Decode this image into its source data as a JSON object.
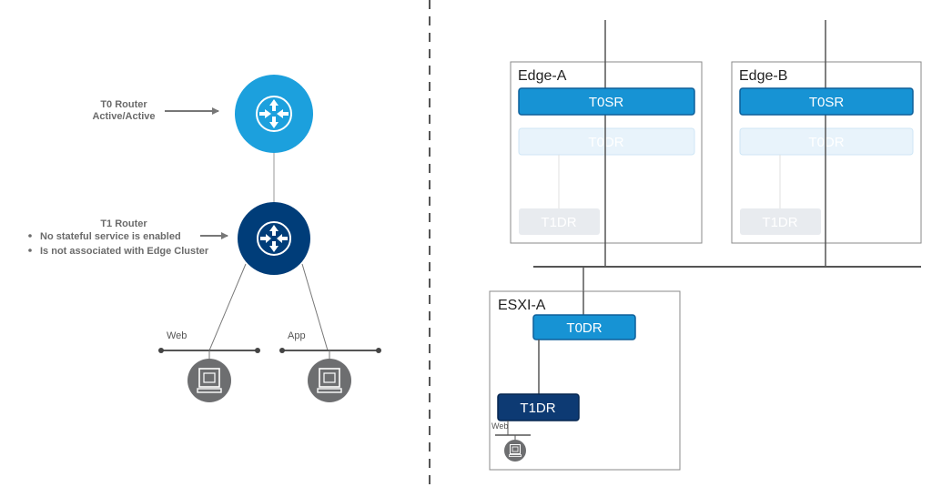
{
  "colors": {
    "t0_circle": "#1ca0dd",
    "t1_circle": "#003d79",
    "t0sr_pill": "#1793d4",
    "t1dr_pill": "#0d3a73",
    "faded_pill": "#e8f3fb",
    "faded_t1dr": "#e8ebef",
    "vm_circle": "#6d6e70",
    "line": "#777777",
    "dashed_divider": "#555555",
    "box_border": "#8a8a8a"
  },
  "logical_view": {
    "t0_router": {
      "line1": "T0 Router",
      "line2": "Active/Active",
      "icon": "router-icon"
    },
    "t1_router": {
      "title": "T1 Router",
      "bullets": [
        "No stateful service is enabled",
        "Is not associated with Edge Cluster"
      ],
      "icon": "router-icon"
    },
    "segments": [
      {
        "label": "Web",
        "vm_icon": "vm-icon"
      },
      {
        "label": "App",
        "vm_icon": "vm-icon"
      }
    ]
  },
  "physical_view": {
    "edge_a": {
      "title": "Edge-A",
      "t0sr": "T0SR",
      "t0dr": "T0DR",
      "t1dr": "T1DR"
    },
    "edge_b": {
      "title": "Edge-B",
      "t0sr": "T0SR",
      "t0dr": "T0DR",
      "t1dr": "T1DR"
    },
    "esxi_a": {
      "title": "ESXI-A",
      "t0dr": "T0DR",
      "t1dr": "T1DR",
      "segment_label": "Web",
      "vm_icon": "vm-icon"
    }
  }
}
